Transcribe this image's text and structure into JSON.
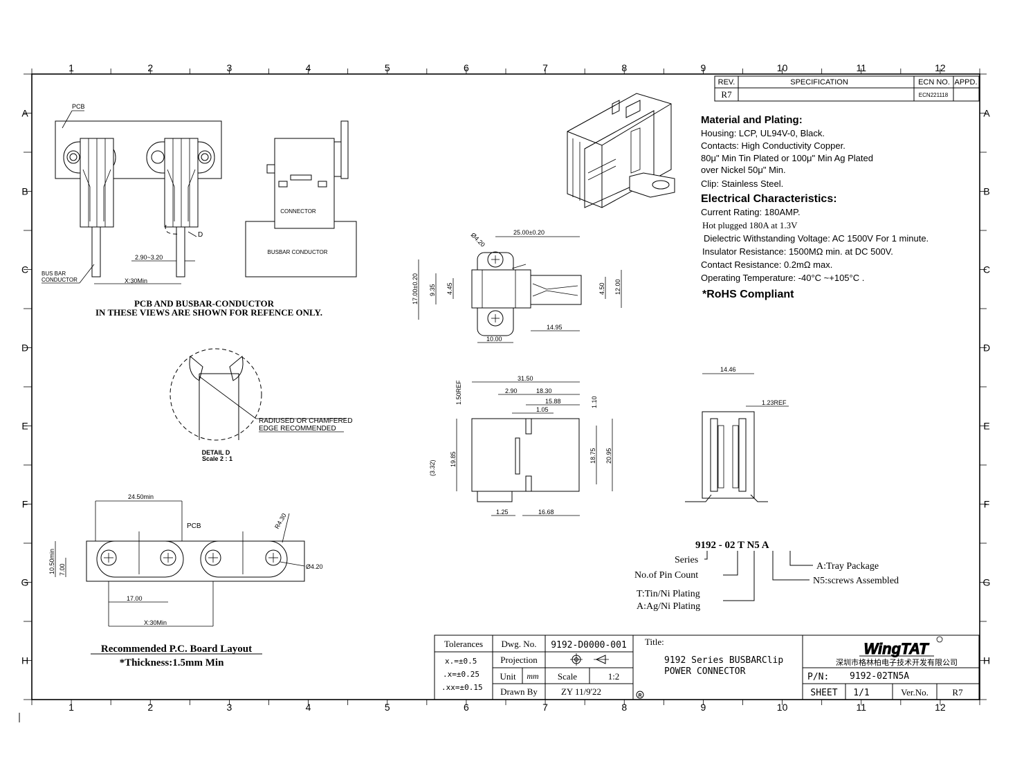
{
  "border": {
    "columns": [
      "1",
      "2",
      "3",
      "4",
      "5",
      "6",
      "7",
      "8",
      "9",
      "10",
      "11",
      "12"
    ],
    "rows": [
      "A",
      "B",
      "C",
      "D",
      "E",
      "F",
      "G",
      "H"
    ]
  },
  "revision": {
    "headers": [
      "REV.",
      "SPECIFICATION",
      "ECN NO.",
      "APPD."
    ],
    "rev": "R7",
    "ecn": "ECN221118"
  },
  "spec": {
    "material_heading": "Material and Plating:",
    "housing": "Housing: LCP, UL94V-0, Black.",
    "contacts": "Contacts: High Conductivity Copper.",
    "plating_1": "80μ\" Min Tin Plated or 100μ\" Min Ag Plated",
    "plating_2": "over Nickel 50μ\" Min.",
    "clip": "Clip: Stainless Steel.",
    "electrical_heading": "Electrical Characteristics:",
    "current": "Current Rating: 180AMP.",
    "hot_plugged": "Hot plugged  180A at 1.3V",
    "dielectric": "Dielectric Withstanding Voltage: AC 1500V For 1 minute.",
    "insulator": "Insulator Resistance: 1500MΩ min. at DC 500V.",
    "contact_res": "Contact Resistance: 0.2mΩ max.",
    "operating": "Operating Temperature: -40°C  ~+105°C  .",
    "rohs": "*RoHS Compliant"
  },
  "pcb_view": {
    "pcb_label": "PCB",
    "d_label": "D",
    "bus_bar_1": "BUS BAR",
    "bus_bar_2": "CONDUCTOR",
    "dim_gap": "2.90~3.20",
    "dim_x": "X:30Min",
    "note_1": "PCB AND BUSBAR-CONDUCTOR",
    "note_2": "IN THESE VIEWS ARE SHOWN FOR REFENCE ONLY."
  },
  "side_view": {
    "connector": "CONNECTOR",
    "busbar": "BUSBAR CONDUCTOR"
  },
  "detail": {
    "note_1": "RADIUSED OR CHAMFERED",
    "note_2": "EDGE RECOMMENDED",
    "title": "DETAIL D",
    "scale": "Scale 2 : 1"
  },
  "top_view": {
    "hole": "Ø4.20",
    "d_25": "25.00±0.20",
    "d_17": "17.00±0.20",
    "d_935": "9.35",
    "d_445": "4.45",
    "d_450": "4.50",
    "d_12": "12.00",
    "d_1495": "14.95",
    "d_10": "10.00"
  },
  "front_view": {
    "d_3150": "31.50",
    "d_150ref": "1.50REF",
    "d_290": "2.90",
    "d_1830": "18.30",
    "d_1588": "15.88",
    "d_105": "1.05",
    "d_110": "1.10",
    "d_1985": "19.85",
    "d_332": "(3.32)",
    "d_1875": "18.75",
    "d_2095": "20.95",
    "d_125": "1.25",
    "d_1668": "16.68"
  },
  "end_view": {
    "d_1446": "14.46",
    "d_123ref": "1.23REF"
  },
  "pn_breakdown": {
    "code": "9192 - 02 T  N5  A",
    "series": "Series",
    "pin_count": "No.of Pin Count",
    "tin": "T:Tin/Ni Plating",
    "ag": "A:Ag/Ni Plating",
    "tray": "A:Tray Package",
    "screws": "N5:screws Assembled"
  },
  "layout": {
    "d_2450": "24.50min",
    "pcb": "PCB",
    "r430": "R4.30",
    "hole": "Ø4.20",
    "d_1050": "10.50min",
    "d_700": "7.00",
    "d_1700": "17.00",
    "d_x": "X:30Min",
    "title": "Recommended P.C. Board Layout",
    "thickness": "*Thickness:1.5mm Min"
  },
  "title_block": {
    "tolerances": "Tolerances",
    "tol_1": "x.=±0.5",
    "tol_2": ".x=±0.25",
    "tol_3": ".xx=±0.15",
    "dwg_label": "Dwg. No.",
    "dwg_no": "9192-D0000-001",
    "projection": "Projection",
    "unit": "Unit",
    "unit_val": "mm",
    "scale": "Scale",
    "scale_val": "1:2",
    "drawn_by": "Drawn By",
    "drawn_val": "ZY 11/9'22",
    "title_label": "Title:",
    "title_1": "9192 Series BUSBARClip",
    "title_2": "POWER CONNECTOR",
    "logo": "WingTAT",
    "company": "深圳市格林柏电子技术开发有限公司",
    "pn_label": "P/N:",
    "pn": "9192-02TN5A",
    "sheet_label": "SHEET",
    "sheet": "1/1",
    "ver_label": "Ver.No.",
    "ver": "R7"
  }
}
